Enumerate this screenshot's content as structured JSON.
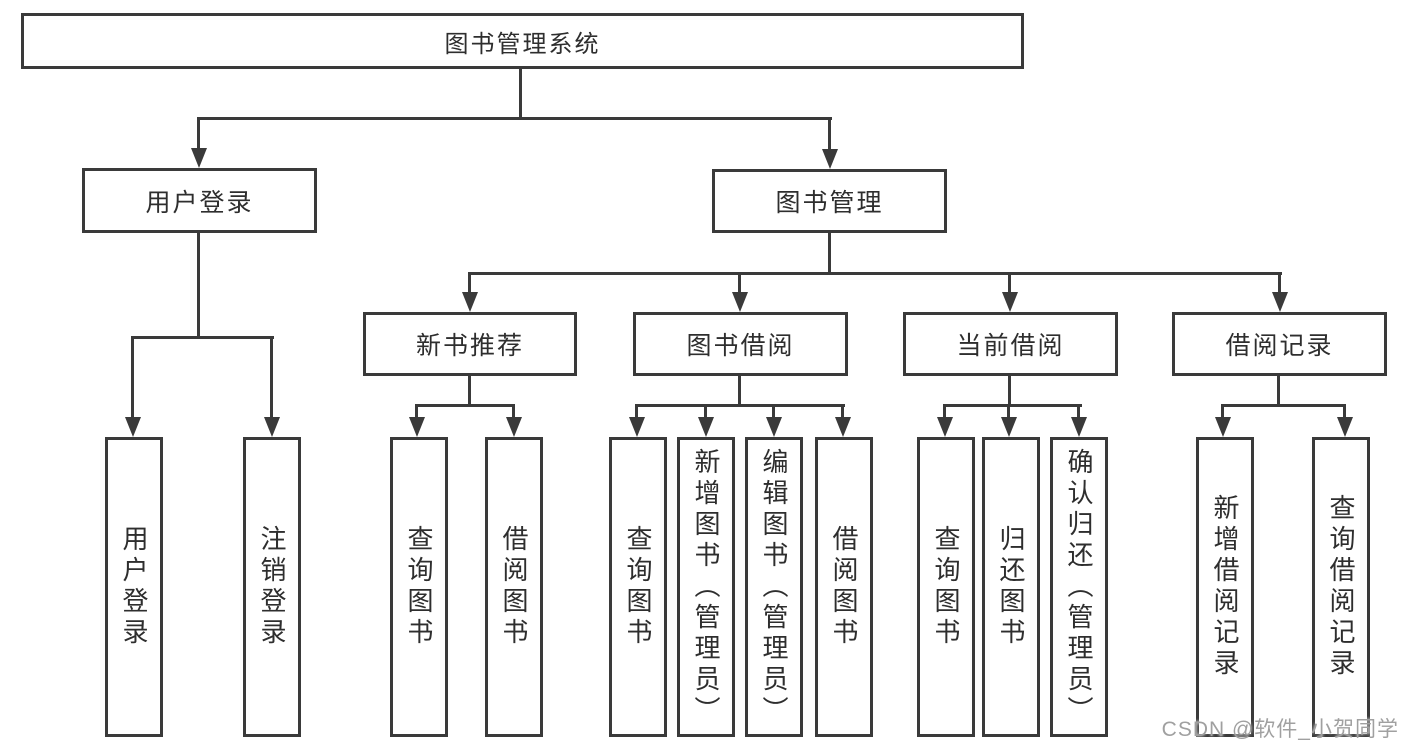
{
  "colors": {
    "line": "#3a3a3a",
    "text": "#2e2e2e",
    "background": "#ffffff",
    "watermark": "#a0a0a0"
  },
  "watermark": {
    "text": "CSDN @软件_小贺同学"
  },
  "tree": {
    "root": {
      "label": "图书管理系统"
    },
    "branches": [
      {
        "label": "用户登录",
        "leaves": [
          {
            "label": "用户登录"
          },
          {
            "label": "注销登录"
          }
        ]
      },
      {
        "label": "图书管理",
        "groups": [
          {
            "label": "新书推荐",
            "leaves": [
              {
                "label": "查询图书"
              },
              {
                "label": "借阅图书"
              }
            ]
          },
          {
            "label": "图书借阅",
            "leaves": [
              {
                "label": "查询图书"
              },
              {
                "label": "新增图书（管理员）"
              },
              {
                "label": "编辑图书（管理员）"
              },
              {
                "label": "借阅图书"
              }
            ]
          },
          {
            "label": "当前借阅",
            "leaves": [
              {
                "label": "查询图书"
              },
              {
                "label": "归还图书"
              },
              {
                "label": "确认归还（管理员）"
              }
            ]
          },
          {
            "label": "借阅记录",
            "leaves": [
              {
                "label": "新增借阅记录"
              },
              {
                "label": "查询借阅记录"
              }
            ]
          }
        ]
      }
    ]
  }
}
